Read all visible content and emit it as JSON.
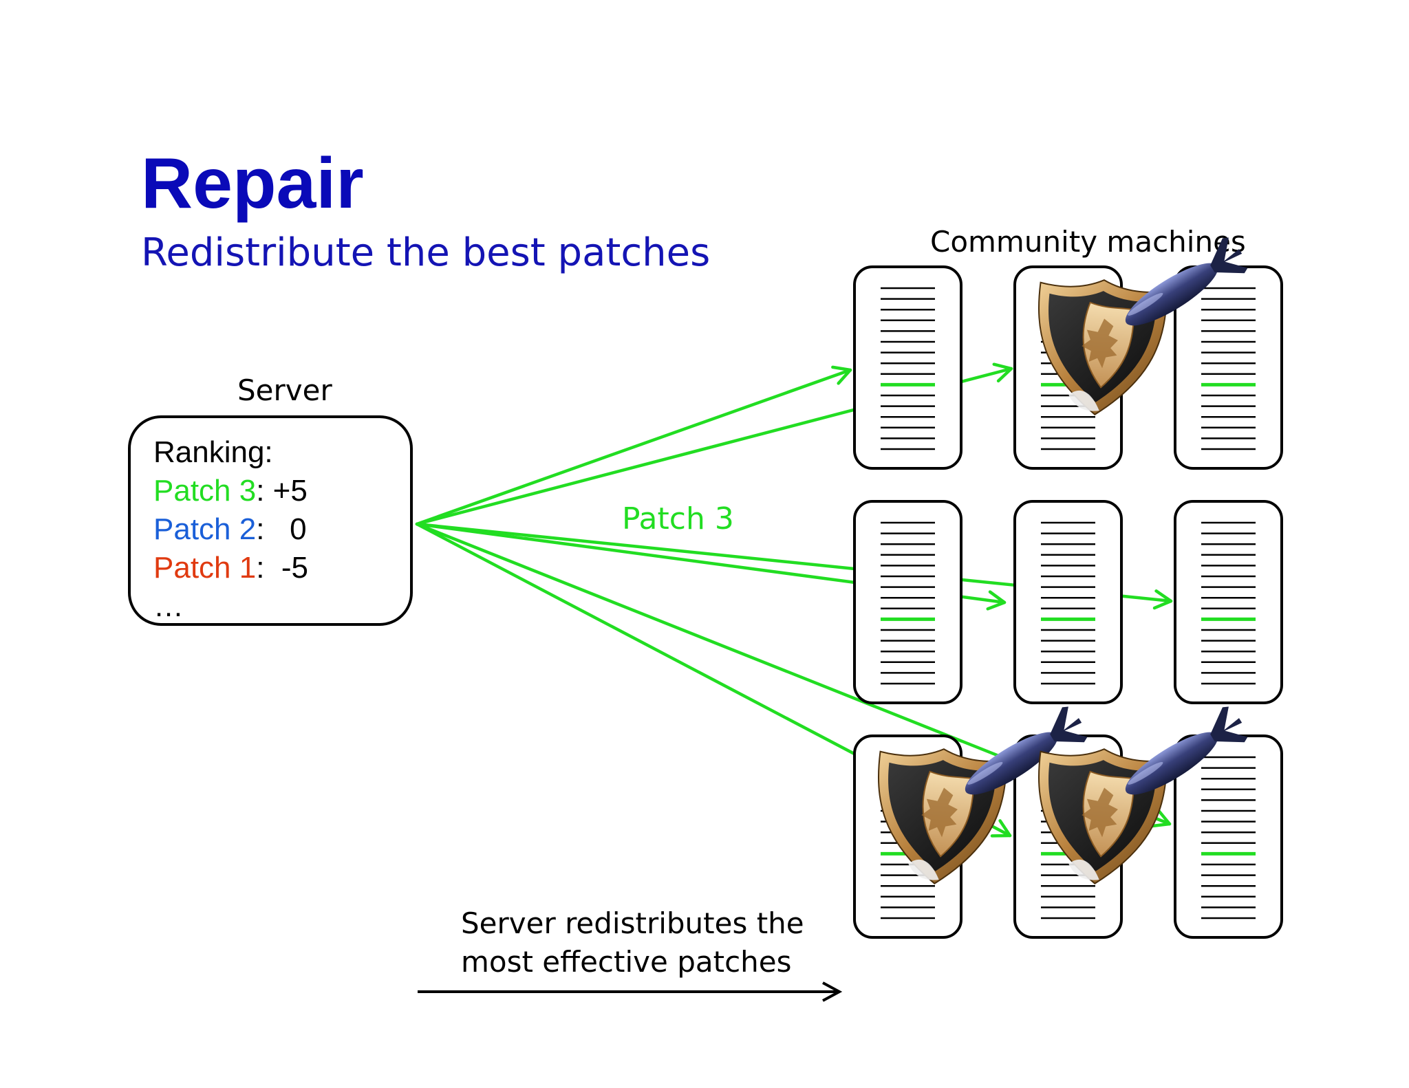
{
  "slide": {
    "title": "Repair",
    "subtitle": "Redistribute the best patches"
  },
  "server": {
    "label": "Server",
    "ranking_heading": "Ranking:",
    "ranking": [
      {
        "name": "Patch 3",
        "sep": ": ",
        "score": "+5",
        "color": "#22dd22"
      },
      {
        "name": "Patch 2",
        "sep": ":   ",
        "score": "0",
        "color": "#1a5fd8"
      },
      {
        "name": "Patch 1",
        "sep": ":  ",
        "score": "-5",
        "color": "#e03a10"
      }
    ],
    "ellipsis": "…"
  },
  "community": {
    "label": "Community machines",
    "machines": [
      {
        "id": "m1",
        "row": 1,
        "col": 1,
        "shield": false,
        "bomb": false
      },
      {
        "id": "m2",
        "row": 1,
        "col": 2,
        "shield": true,
        "bomb": true
      },
      {
        "id": "m3",
        "row": 1,
        "col": 3,
        "shield": false,
        "bomb": false
      },
      {
        "id": "m4",
        "row": 2,
        "col": 1,
        "shield": false,
        "bomb": false
      },
      {
        "id": "m5",
        "row": 2,
        "col": 2,
        "shield": false,
        "bomb": false
      },
      {
        "id": "m6",
        "row": 2,
        "col": 3,
        "shield": false,
        "bomb": false
      },
      {
        "id": "m7",
        "row": 3,
        "col": 1,
        "shield": true,
        "bomb": true
      },
      {
        "id": "m8",
        "row": 3,
        "col": 2,
        "shield": true,
        "bomb": true
      },
      {
        "id": "m9",
        "row": 3,
        "col": 3,
        "shield": false,
        "bomb": false
      }
    ]
  },
  "distribution": {
    "patch_label": "Patch 3",
    "targets": [
      "m1",
      "m2",
      "m5",
      "m6",
      "m8",
      "m9"
    ]
  },
  "caption": {
    "line1": "Server redistributes the",
    "line2": "most effective patches"
  },
  "colors": {
    "title": "#0a0ab8",
    "arrow_green": "#22dd22",
    "patch_highlight": "#22dd22",
    "outline": "#000000"
  },
  "icons": {
    "protection": "shield-icon",
    "attack": "bomb-icon"
  }
}
